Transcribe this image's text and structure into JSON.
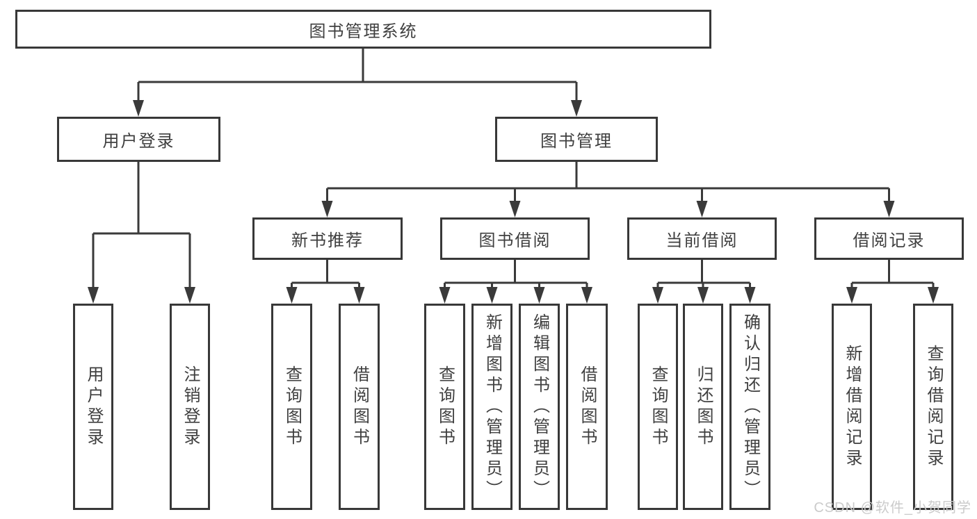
{
  "tree": {
    "root": {
      "label": "图书管理系统"
    },
    "branches": [
      {
        "label": "用户登录",
        "children": [
          {
            "label": "用户登录"
          },
          {
            "label": "注销登录"
          }
        ]
      },
      {
        "label": "图书管理",
        "sections": [
          {
            "label": "新书推荐",
            "children": [
              {
                "label": "查询图书"
              },
              {
                "label": "借阅图书"
              }
            ]
          },
          {
            "label": "图书借阅",
            "children": [
              {
                "label": "查询图书"
              },
              {
                "label": "新增图书（管理员）"
              },
              {
                "label": "编辑图书（管理员）"
              },
              {
                "label": "借阅图书"
              }
            ]
          },
          {
            "label": "当前借阅",
            "children": [
              {
                "label": "查询图书"
              },
              {
                "label": "归还图书"
              },
              {
                "label": "确认归还（管理员）"
              }
            ]
          },
          {
            "label": "借阅记录",
            "children": [
              {
                "label": "新增借阅记录"
              },
              {
                "label": "查询借阅记录"
              }
            ]
          }
        ]
      }
    ]
  },
  "watermark": {
    "text": "CSDN @软件_小贺同学"
  },
  "colors": {
    "line": "#3a3a3a",
    "box_border": "#383838",
    "text": "#3f3f3f",
    "watermark": "#cbcbcb",
    "background": "#ffffff"
  }
}
